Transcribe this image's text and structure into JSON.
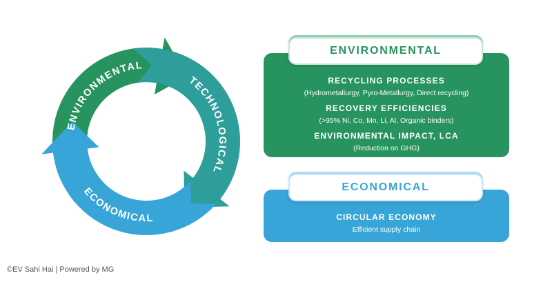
{
  "cycle": {
    "segments": [
      {
        "id": "environmental",
        "label": "ENVIRONMENTAL",
        "color": "#27935f"
      },
      {
        "id": "technological",
        "label": "TECHNOLOGICAL",
        "color": "#2e9e9b"
      },
      {
        "id": "economical",
        "label": "ECONOMICAL",
        "color": "#38a5d8"
      }
    ]
  },
  "environmental_panel": {
    "title": "ENVIRONMENTAL",
    "items": [
      {
        "heading": "RECYCLING PROCESSES",
        "detail": "(Hydrometallurgy, Pyro-Metallurgy, Direct recycling)"
      },
      {
        "heading": "RECOVERY EFFICIENCIES",
        "detail": "(>95% Ni, Co, Mn, Li, Al, Organic binders)"
      },
      {
        "heading": "ENVIRONMENTAL IMPACT, LCA",
        "detail": "(Reduction on GHG)"
      }
    ]
  },
  "economical_panel": {
    "title": "ECONOMICAL",
    "items": [
      {
        "heading": "CIRCULAR ECONOMY",
        "detail": "Efficient supply chain"
      }
    ]
  },
  "credit": "©EV Sahi Hai | Powered by MG",
  "colors": {
    "green": "#27935f",
    "teal": "#2e9e9b",
    "blue": "#38a5d8"
  }
}
